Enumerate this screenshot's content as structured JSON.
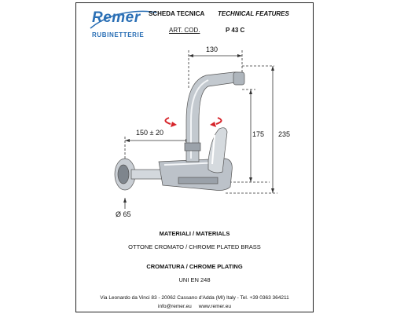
{
  "brand": {
    "name": "Remer",
    "subtitle": "RUBINETTERIE"
  },
  "header": {
    "title_it": "SCHEDA TECNICA",
    "title_en": "TECHNICAL FEATURES",
    "code_label": "ART. COD.",
    "code_value": "P 43 C"
  },
  "dimensions": {
    "spout_reach": "130",
    "centres": "150 ± 20",
    "spout_height": "175",
    "total_height": "235",
    "connection_diameter": "Ø 65"
  },
  "materials": {
    "heading": "MATERIALI / MATERIALS",
    "text": "OTTONE CROMATO / CHROME PLATED BRASS"
  },
  "plating": {
    "heading": "CROMATURA / CHROME PLATING",
    "standard": "UNI EN 248"
  },
  "footer": {
    "address": "Via Leonardo da Vinci 83 - 20062 Cassano d'Adda (MI) Italy - Tel. +39 0363 364211",
    "contact": "info@remer.eu     www.remer.eu"
  },
  "colors": {
    "brand_blue": "#2a6fb5",
    "arrow_red": "#d6242a",
    "chrome": "#b8bec6"
  }
}
